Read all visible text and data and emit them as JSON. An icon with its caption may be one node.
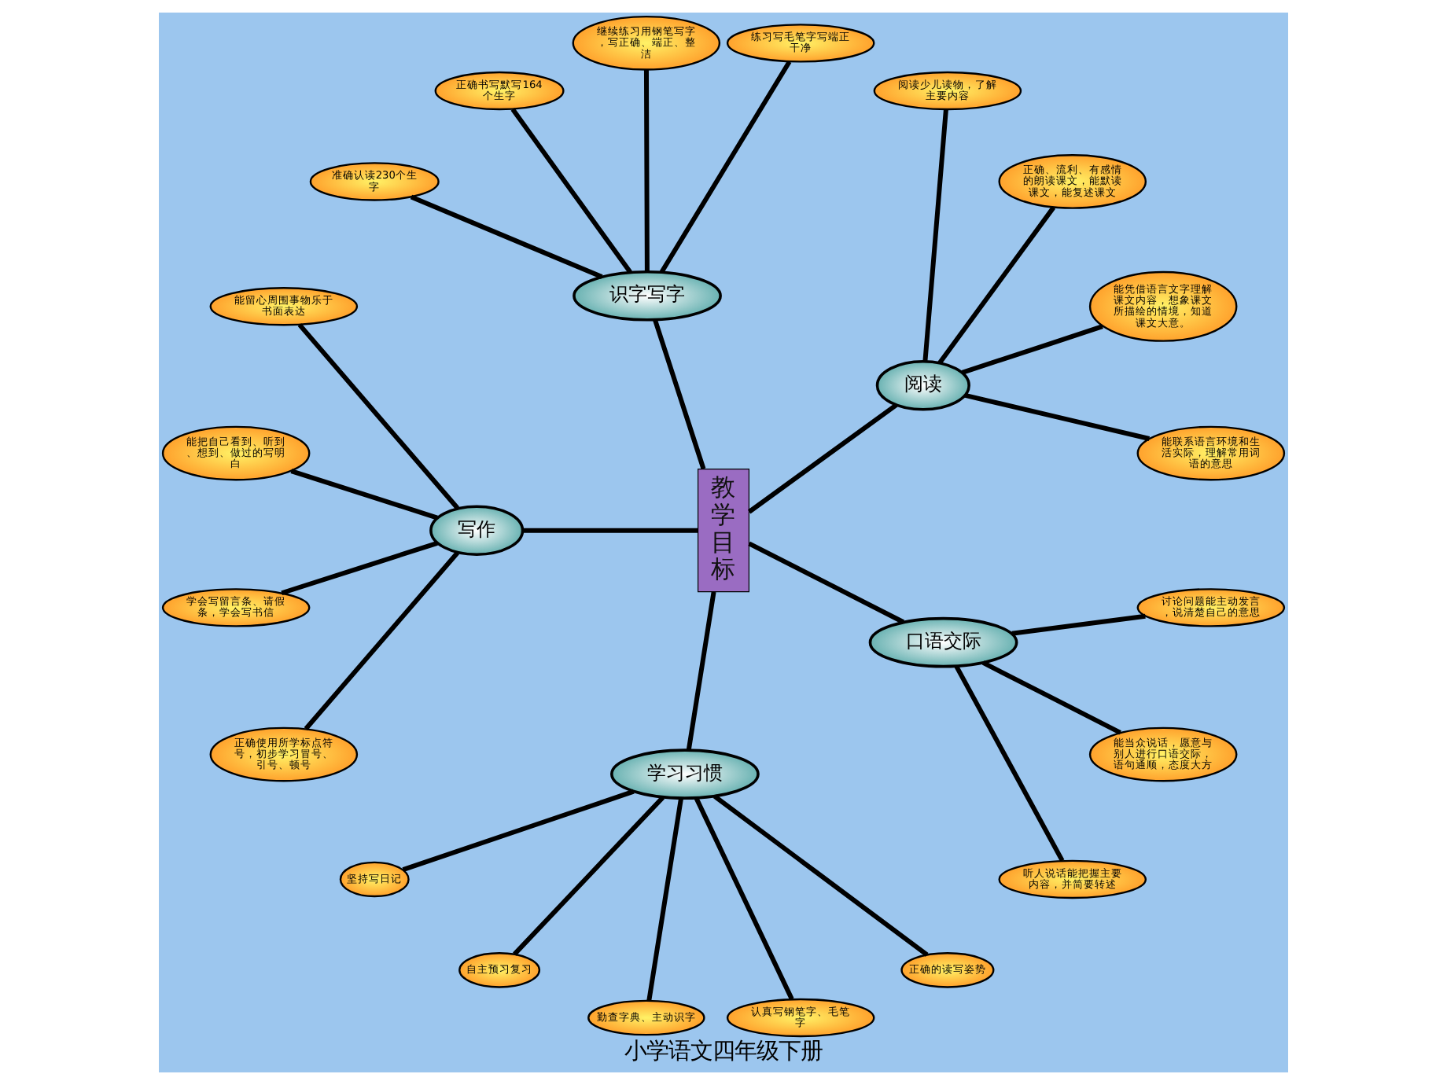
{
  "diagram": {
    "title": "小学语文四年级下册",
    "nodes": [
      {
        "text": [
          "教学目标"
        ]
      },
      {
        "text": [
          "阅读"
        ]
      },
      {
        "text": [
          "识字写字"
        ]
      },
      {
        "text": [
          "写作"
        ]
      },
      {
        "text": [
          "学习习惯"
        ]
      },
      {
        "text": [
          "口语交际"
        ]
      },
      {
        "text": [
          "能联系语言环境和生活实际，理解常用词语的意思"
        ]
      },
      {
        "text": [
          "能凭借语言文字理解课文内容，想象课文所描绘的情境，知道课文大意。"
        ]
      },
      {
        "text": [
          "正确、流利、有感情的朗读课文，能默读课文，能复述课文"
        ]
      },
      {
        "text": [
          "阅读少儿读物，了解主要内容"
        ]
      },
      {
        "text": [
          "能留心周围事物乐于书面表达"
        ]
      },
      {
        "text": [
          "能把自己看到、听到、想到、做过的写明白"
        ]
      },
      {
        "text": [
          "学会写留言条、请假条，学会写书信"
        ]
      },
      {
        "text": [
          "正确使用所学标点符号，初步学习冒号、引号、顿号"
        ]
      },
      {
        "text": [
          "练习写毛笔字写端正干净"
        ]
      },
      {
        "text": [
          "继续练习用钢笔写字，写正确、端正、整洁"
        ]
      },
      {
        "text": [
          "正确书写默写164个生字"
        ]
      },
      {
        "text": [
          "准确认读230个生字"
        ]
      },
      {
        "text": [
          "听人说话能把握主要内容，并简要转述"
        ]
      },
      {
        "text": [
          "能当众说话，愿意与别人进行口语交际，语句通顺，态度大方"
        ]
      },
      {
        "text": [
          "讨论问题能主动发言，说清楚自己的意思"
        ]
      },
      {
        "text": [
          "坚持写日记"
        ]
      },
      {
        "text": [
          "自主预习复习"
        ]
      },
      {
        "text": [
          "勤查字典、主动识字"
        ]
      },
      {
        "text": [
          "认真写钢笔字、毛笔字"
        ]
      },
      {
        "text": [
          "正确的读写姿势"
        ]
      }
    ],
    "edges": [
      {
        "from": 0,
        "to": 1,
        "arrow": "none"
      },
      {
        "from": 0,
        "to": 2,
        "arrow": "none"
      },
      {
        "from": 0,
        "to": 3,
        "arrow": "none"
      },
      {
        "from": 0,
        "to": 4,
        "arrow": "none"
      },
      {
        "from": 0,
        "to": 5,
        "arrow": "none"
      },
      {
        "from": 1,
        "to": 6,
        "arrow": "none"
      },
      {
        "from": 1,
        "to": 7,
        "arrow": "none"
      },
      {
        "from": 1,
        "to": 8,
        "arrow": "none"
      },
      {
        "from": 1,
        "to": 9,
        "arrow": "none"
      },
      {
        "from": 3,
        "to": 10,
        "arrow": "none"
      },
      {
        "from": 3,
        "to": 11,
        "arrow": "none"
      },
      {
        "from": 3,
        "to": 12,
        "arrow": "none"
      },
      {
        "from": 3,
        "to": 13,
        "arrow": "none"
      },
      {
        "from": 2,
        "to": 14,
        "arrow": "none"
      },
      {
        "from": 2,
        "to": 15,
        "arrow": "none"
      },
      {
        "from": 2,
        "to": 16,
        "arrow": "none"
      },
      {
        "from": 2,
        "to": 17,
        "arrow": "none"
      },
      {
        "from": 5,
        "to": 18,
        "arrow": "none"
      },
      {
        "from": 5,
        "to": 19,
        "arrow": "none"
      },
      {
        "from": 5,
        "to": 20,
        "arrow": "none"
      },
      {
        "from": 4,
        "to": 21,
        "arrow": "none"
      },
      {
        "from": 4,
        "to": 22,
        "arrow": "none"
      },
      {
        "from": 4,
        "to": 23,
        "arrow": "none"
      },
      {
        "from": 4,
        "to": 24,
        "arrow": "none"
      },
      {
        "from": 4,
        "to": 25,
        "arrow": "none"
      }
    ]
  }
}
